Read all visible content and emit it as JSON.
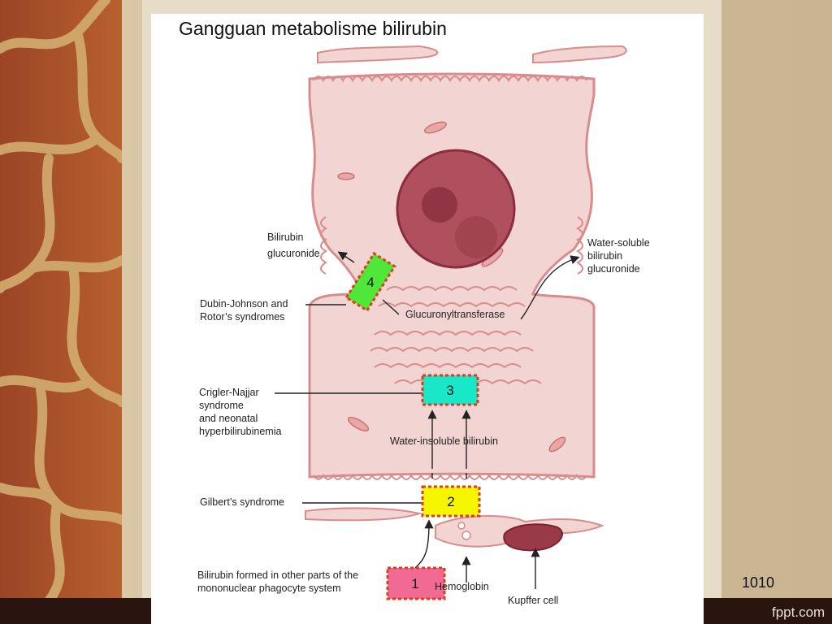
{
  "slide": {
    "title": "Gangguan metabolisme bilirubin",
    "page_number": "1010",
    "brand": "fppt.com"
  },
  "diagram": {
    "labels": {
      "bilirubin_glucuronide": [
        "Bilirubin",
        "glucuronide"
      ],
      "water_soluble": [
        "Water-soluble",
        "bilirubin",
        "glucuronide"
      ],
      "dubin_johnson": [
        "Dubin-Johnson and",
        "Rotor’s syndromes"
      ],
      "glucuronyltransferase": "Glucuronyltransferase",
      "crigler_najjar": [
        "Crigler-Najjar",
        "syndrome",
        "and neonatal",
        "hyperbilirubinemia"
      ],
      "water_insoluble": "Water-insoluble bilirubin",
      "gilbert": "Gilbert’s syndrome",
      "bilirubin_formed": [
        "Bilirubin formed in other parts of the",
        "mononuclear phagocyte system"
      ],
      "hemoglobin": "Hemoglobin",
      "kupffer": "Kupffer cell"
    },
    "boxes": [
      {
        "number": "1",
        "color": "#f06a94"
      },
      {
        "number": "2",
        "color": "#f6f600"
      },
      {
        "number": "3",
        "color": "#19e8c8"
      },
      {
        "number": "4",
        "color": "#4fe83a"
      }
    ],
    "box_border_color": "#e23a1a",
    "cell_color": "#f2d4d2",
    "membrane_color": "#d98c8c"
  }
}
